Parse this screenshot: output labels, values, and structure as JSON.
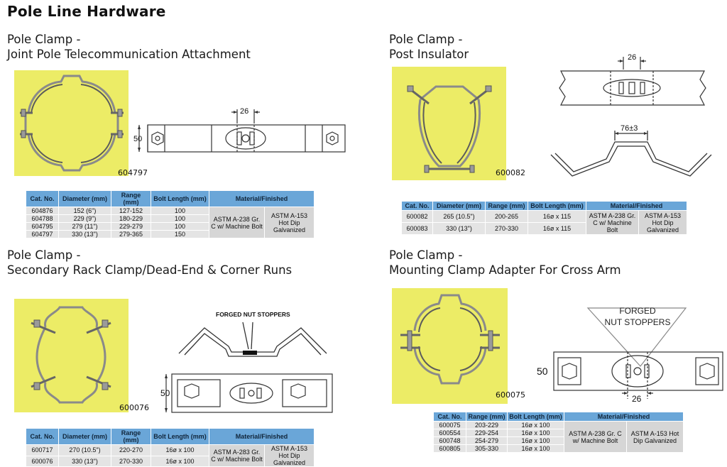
{
  "page_title": "Pole Line Hardware",
  "sections": [
    {
      "heading_line1": "Pole Clamp -",
      "heading_line2": "Joint Pole Telecommunication Attachment",
      "photo_catalog": "604797",
      "drawing_dims": {
        "width": "50",
        "spacing": "26"
      },
      "table": {
        "headers": [
          "Cat. No.",
          "Diameter (mm)",
          "Range (mm)",
          "Bolt Length (mm)",
          "Material/Finished"
        ],
        "rows": [
          [
            "604876",
            "152 (6\")",
            "127-152",
            "100"
          ],
          [
            "604788",
            "229 (9\")",
            "180-229",
            "100"
          ],
          [
            "604795",
            "279 (11\")",
            "229-279",
            "100"
          ],
          [
            "604797",
            "330 (13\")",
            "279-365",
            "150"
          ]
        ],
        "material": "ASTM A-238 Gr. C w/ Machine Bolt",
        "finish": "ASTM A-153 Hot Dip Galvanized"
      }
    },
    {
      "heading_line1": "Pole Clamp -",
      "heading_line2": "Post Insulator",
      "photo_catalog": "600082",
      "drawing_dims": {
        "spacing": "26",
        "width": "76±3"
      },
      "table": {
        "headers": [
          "Cat. No.",
          "Diameter (mm)",
          "Range (mm)",
          "Bolt Length (mm)",
          "Material/Finished"
        ],
        "rows": [
          [
            "600082",
            "265 (10.5\")",
            "200-265",
            "16ø x 115"
          ],
          [
            "600083",
            "330 (13\")",
            "270-330",
            "16ø x 115"
          ]
        ],
        "material": "ASTM A-238 Gr. C w/ Machine Bolt",
        "finish": "ASTM A-153 Hot Dip Galvanized"
      }
    },
    {
      "heading_line1": "Pole Clamp -",
      "heading_line2": "Secondary Rack Clamp/Dead-End & Corner Runs",
      "photo_catalog": "600076",
      "drawing_dims": {
        "label": "FORGED NUT STOPPERS",
        "width": "50"
      },
      "table": {
        "headers": [
          "Cat. No.",
          "Diameter (mm)",
          "Range (mm)",
          "Bolt Length (mm)",
          "Material/Finished"
        ],
        "rows": [
          [
            "600717",
            "270 (10.5\")",
            "220-270",
            "16ø x 100"
          ],
          [
            "600076",
            "330 (13\")",
            "270-330",
            "16ø x 100"
          ]
        ],
        "material": "ASTM A-283 Gr. C w/ Machine Bolt",
        "finish": "ASTM A-153 Hot Dip Galvanized"
      }
    },
    {
      "heading_line1": "Pole Clamp -",
      "heading_line2": "Mounting Clamp Adapter For Cross Arm",
      "photo_catalog": "600075",
      "drawing_dims": {
        "label_line1": "FORGED",
        "label_line2": "NUT STOPPERS",
        "width": "50",
        "spacing": "26"
      },
      "table": {
        "headers": [
          "Cat. No.",
          "Range (mm)",
          "Bolt Length (mm)",
          "Material/Finished"
        ],
        "rows": [
          [
            "600075",
            "203-229",
            "16ø x 100"
          ],
          [
            "600554",
            "229-254",
            "16ø x 100"
          ],
          [
            "600748",
            "254-279",
            "16ø x 100"
          ],
          [
            "600805",
            "305-330",
            "16ø x 100"
          ]
        ],
        "material": "ASTM A-238 Gr. C w/ Machine Bolt",
        "finish": "ASTM A-153 Hot Dip Galvanized"
      }
    }
  ]
}
